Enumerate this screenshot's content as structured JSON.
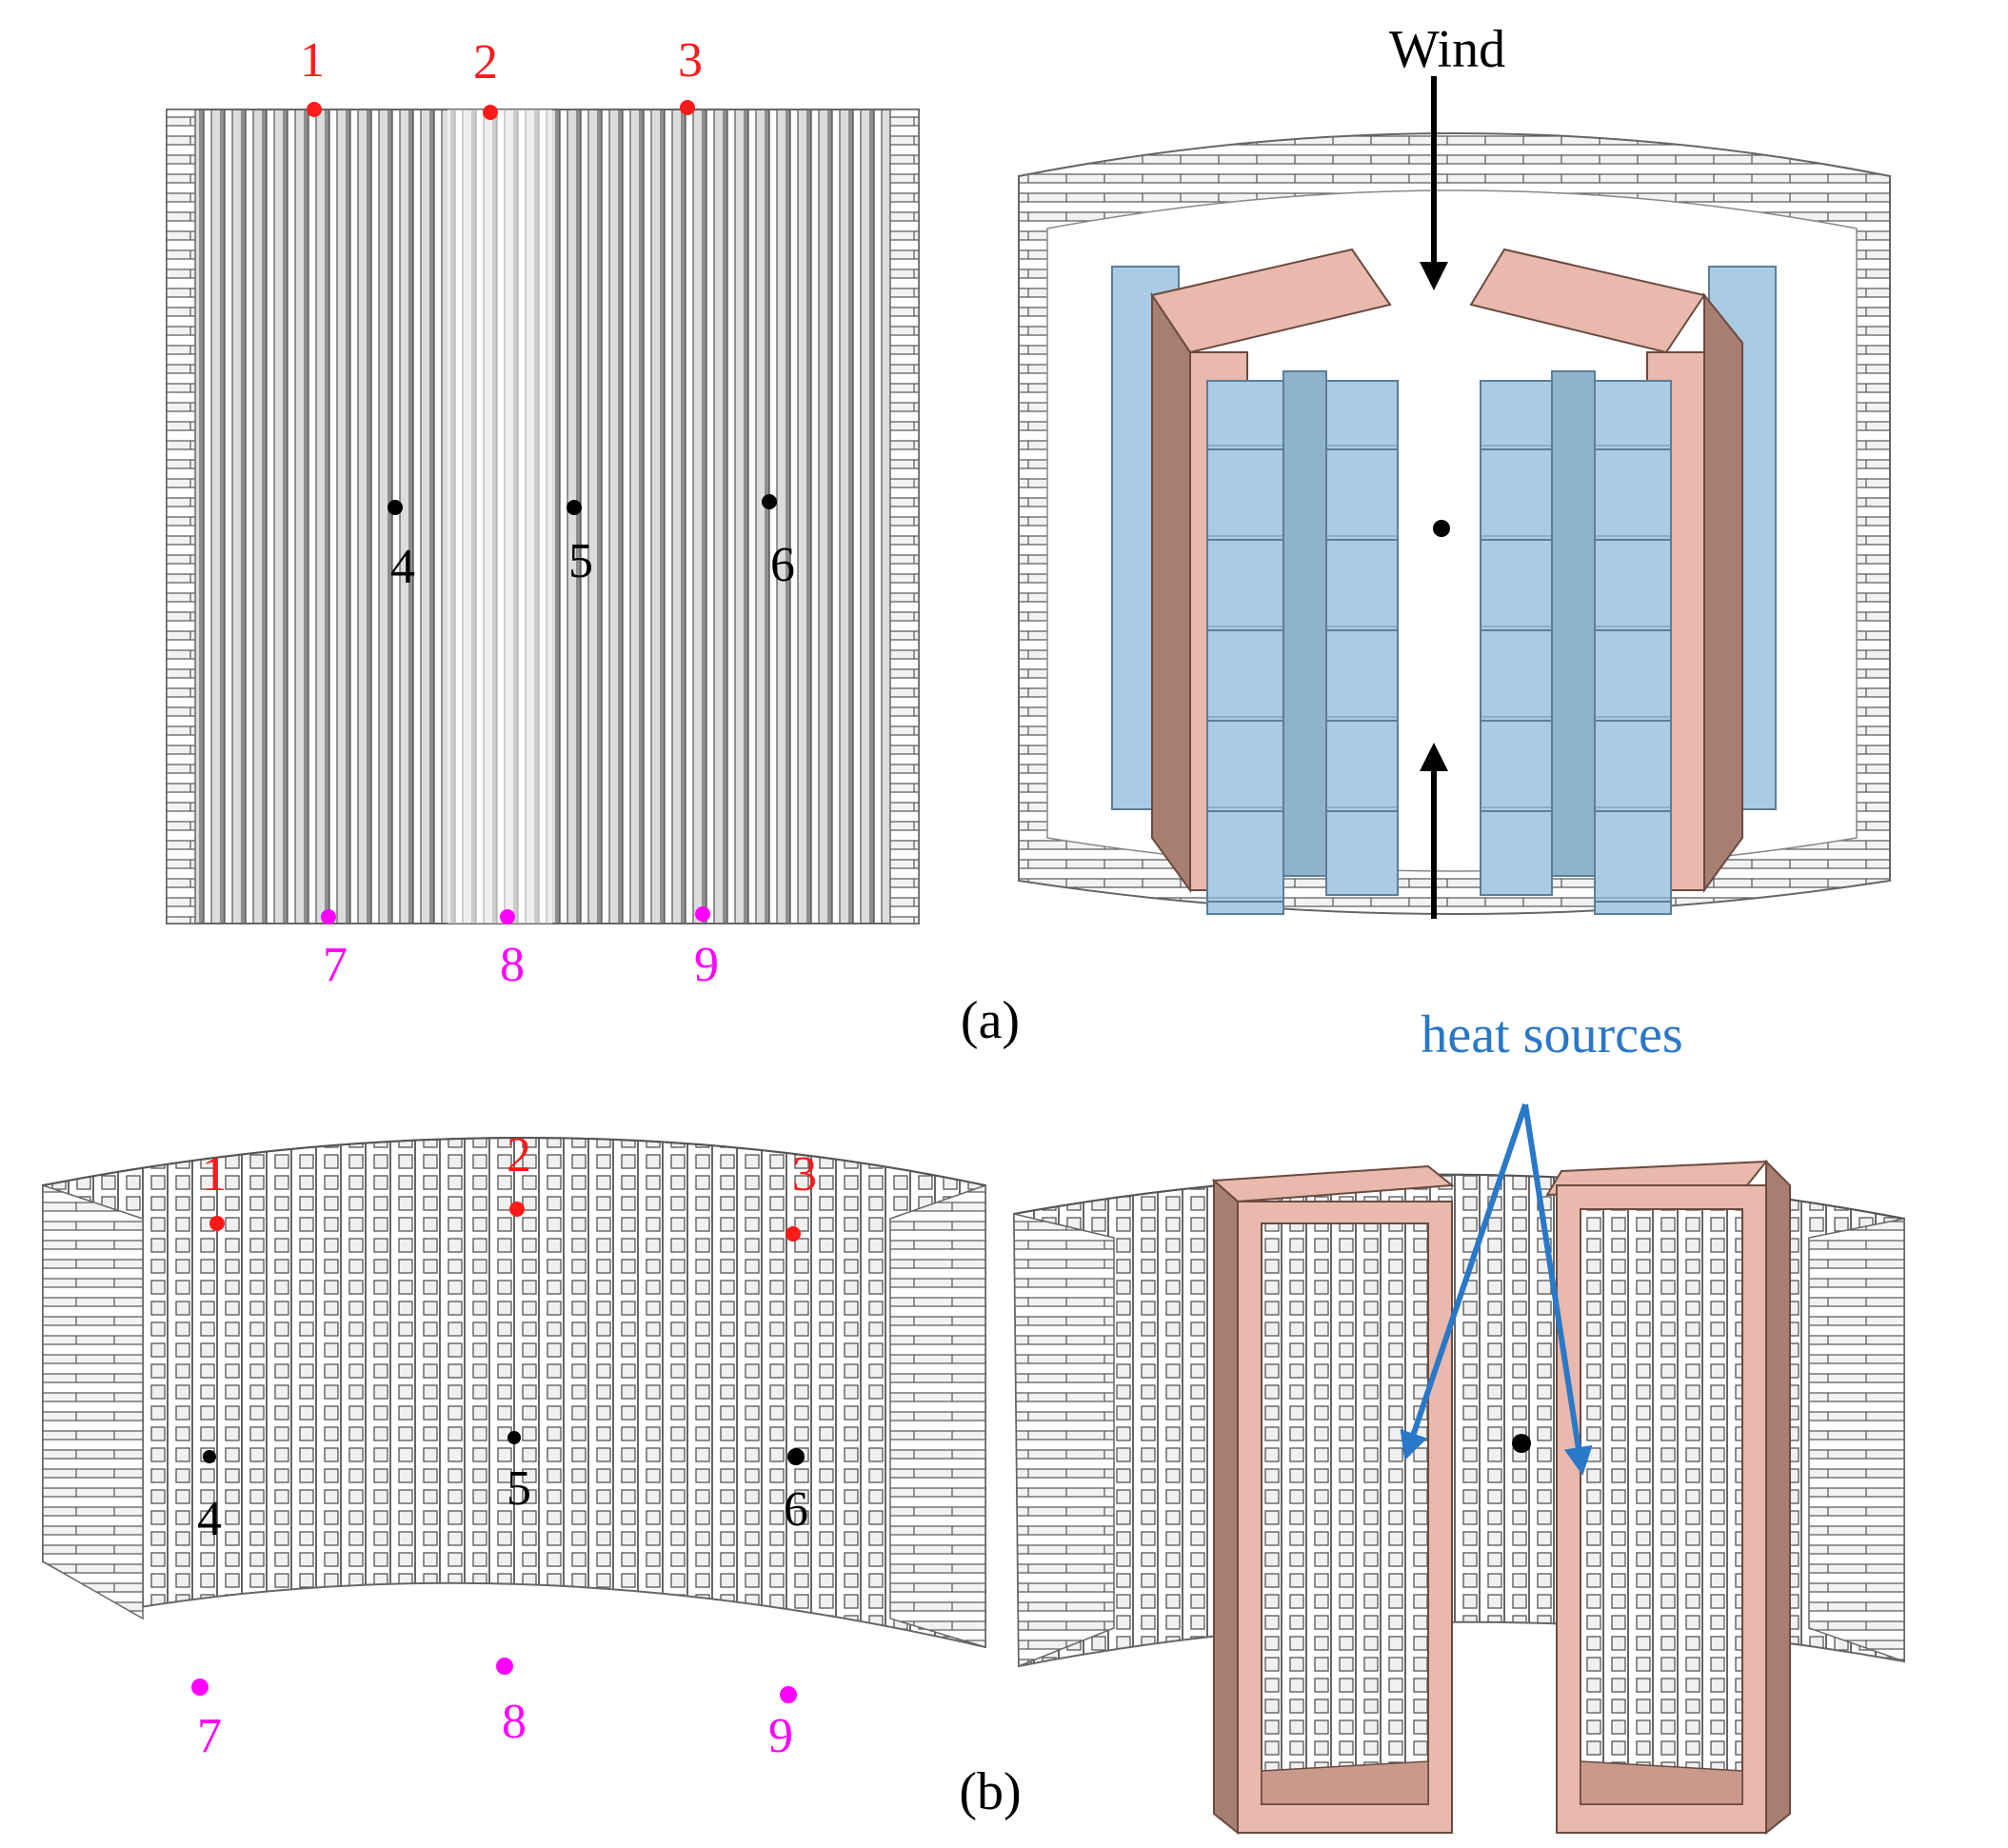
{
  "panels": {
    "a": {
      "caption": "(a)",
      "flat_points": {
        "top": [
          "1",
          "2",
          "3"
        ],
        "middle": [
          "4",
          "5",
          "6"
        ],
        "bottom": [
          "7",
          "8",
          "9"
        ]
      },
      "wind_label": "Wind"
    },
    "b": {
      "caption": "(b)",
      "curved_points": {
        "top": [
          "1",
          "2",
          "3"
        ],
        "middle": [
          "4",
          "5",
          "6"
        ],
        "bottom": [
          "7",
          "8",
          "9"
        ]
      },
      "heat_label": "heat sources"
    }
  },
  "colors": {
    "top_points": "#ff1a1a",
    "middle_points": "#000000",
    "bottom_points": "#ff00ff",
    "heat_label": "#2a78c8",
    "copper": "#e8b9ac",
    "copper_dark": "#a87e72",
    "core_blue": "#a9cbe3",
    "core_blue_dark": "#7fa6c2",
    "fin_light": "#f4f4f4",
    "fin_dark": "#9a9a9a"
  }
}
